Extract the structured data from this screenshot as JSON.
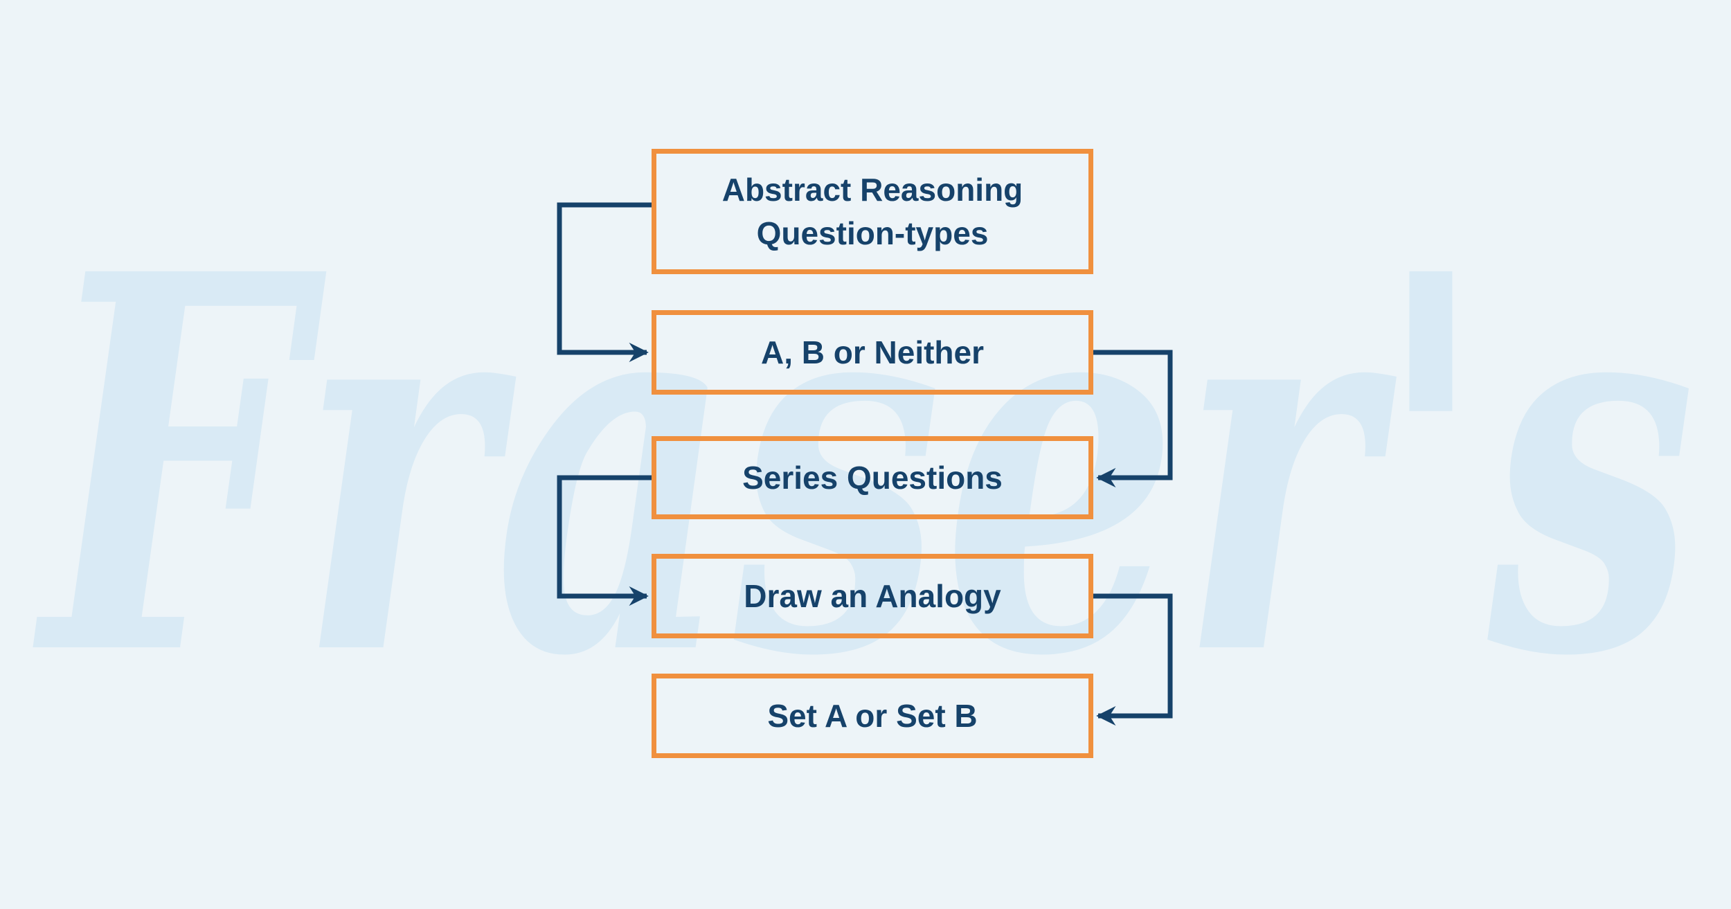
{
  "diagram": {
    "watermark": "Fraser's",
    "nodes": [
      {
        "id": "root",
        "label": "Abstract Reasoning Question-types"
      },
      {
        "id": "ab-neither",
        "label": "A, B or Neither"
      },
      {
        "id": "series",
        "label": "Series Questions"
      },
      {
        "id": "analogy",
        "label": "Draw an Analogy"
      },
      {
        "id": "set-a-b",
        "label": "Set A or Set B"
      }
    ],
    "edges": [
      {
        "from": "root",
        "to": "ab-neither",
        "route": "left-elbow",
        "arrow": "into-target"
      },
      {
        "from": "ab-neither",
        "to": "series",
        "route": "right-elbow",
        "arrow": "into-target"
      },
      {
        "from": "series",
        "to": "analogy",
        "route": "left-elbow",
        "arrow": "into-target"
      },
      {
        "from": "analogy",
        "to": "set-a-b",
        "route": "right-elbow",
        "arrow": "into-target"
      }
    ],
    "colors": {
      "background": "#edf4f8",
      "watermark": "#d9eaf5",
      "node_border": "#f0903e",
      "node_text": "#16426a",
      "connector": "#16426a"
    }
  }
}
